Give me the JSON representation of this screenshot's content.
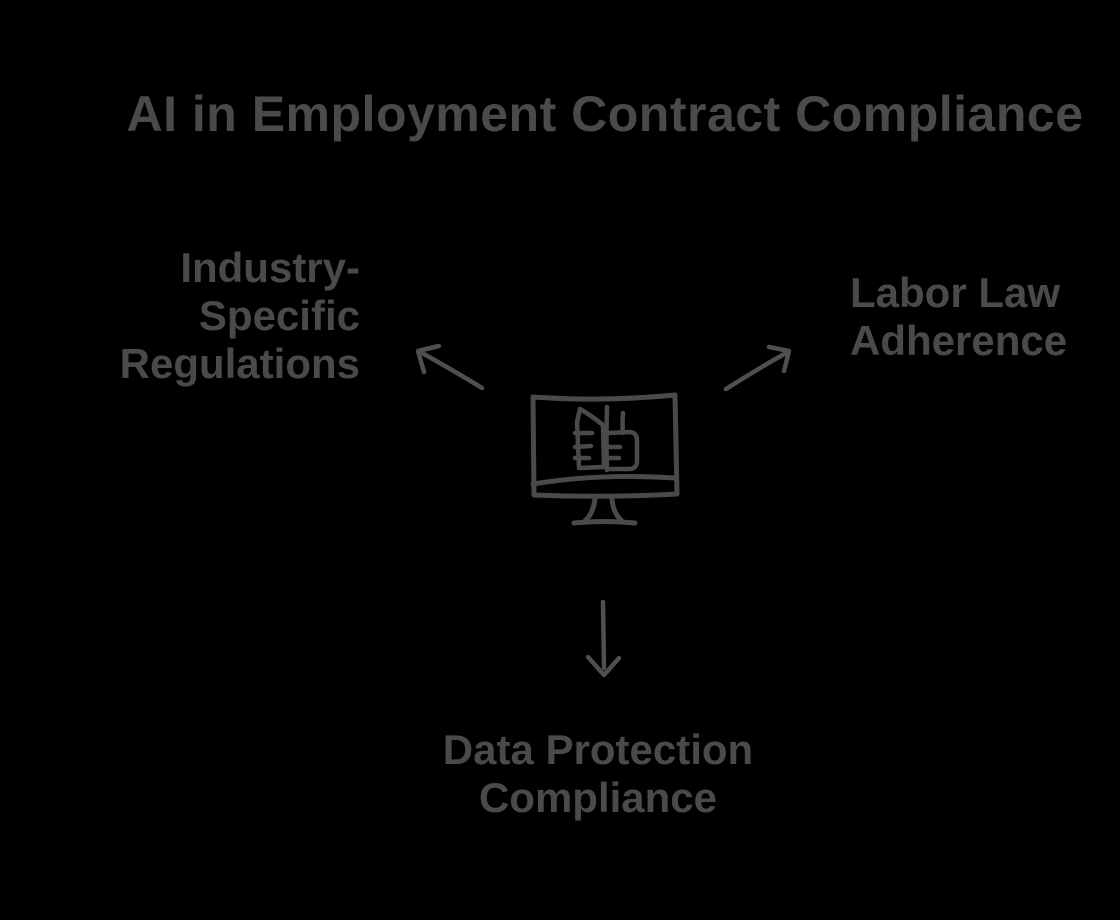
{
  "title": "AI in Employment Contract Compliance",
  "colors": {
    "background": "#000000",
    "ink": "#4a4a4a",
    "arrow": "#4f4f4f"
  },
  "center_icon": "computer-monitor-with-contract-document",
  "nodes": {
    "industry": {
      "label": "Industry-Specific Regulations",
      "lines": [
        "Industry-",
        "Specific",
        "Regulations"
      ]
    },
    "labor": {
      "label": "Labor Law Adherence",
      "lines": [
        "Labor Law",
        "Adherence"
      ]
    },
    "data_protection": {
      "label": "Data Protection Compliance",
      "lines": [
        "Data Protection",
        "Compliance"
      ]
    }
  },
  "connections": [
    {
      "from": "center-monitor",
      "to": "Industry-Specific Regulations",
      "direction": "up-left"
    },
    {
      "from": "center-monitor",
      "to": "Labor Law Adherence",
      "direction": "up-right"
    },
    {
      "from": "center-monitor",
      "to": "Data Protection Compliance",
      "direction": "down"
    }
  ]
}
